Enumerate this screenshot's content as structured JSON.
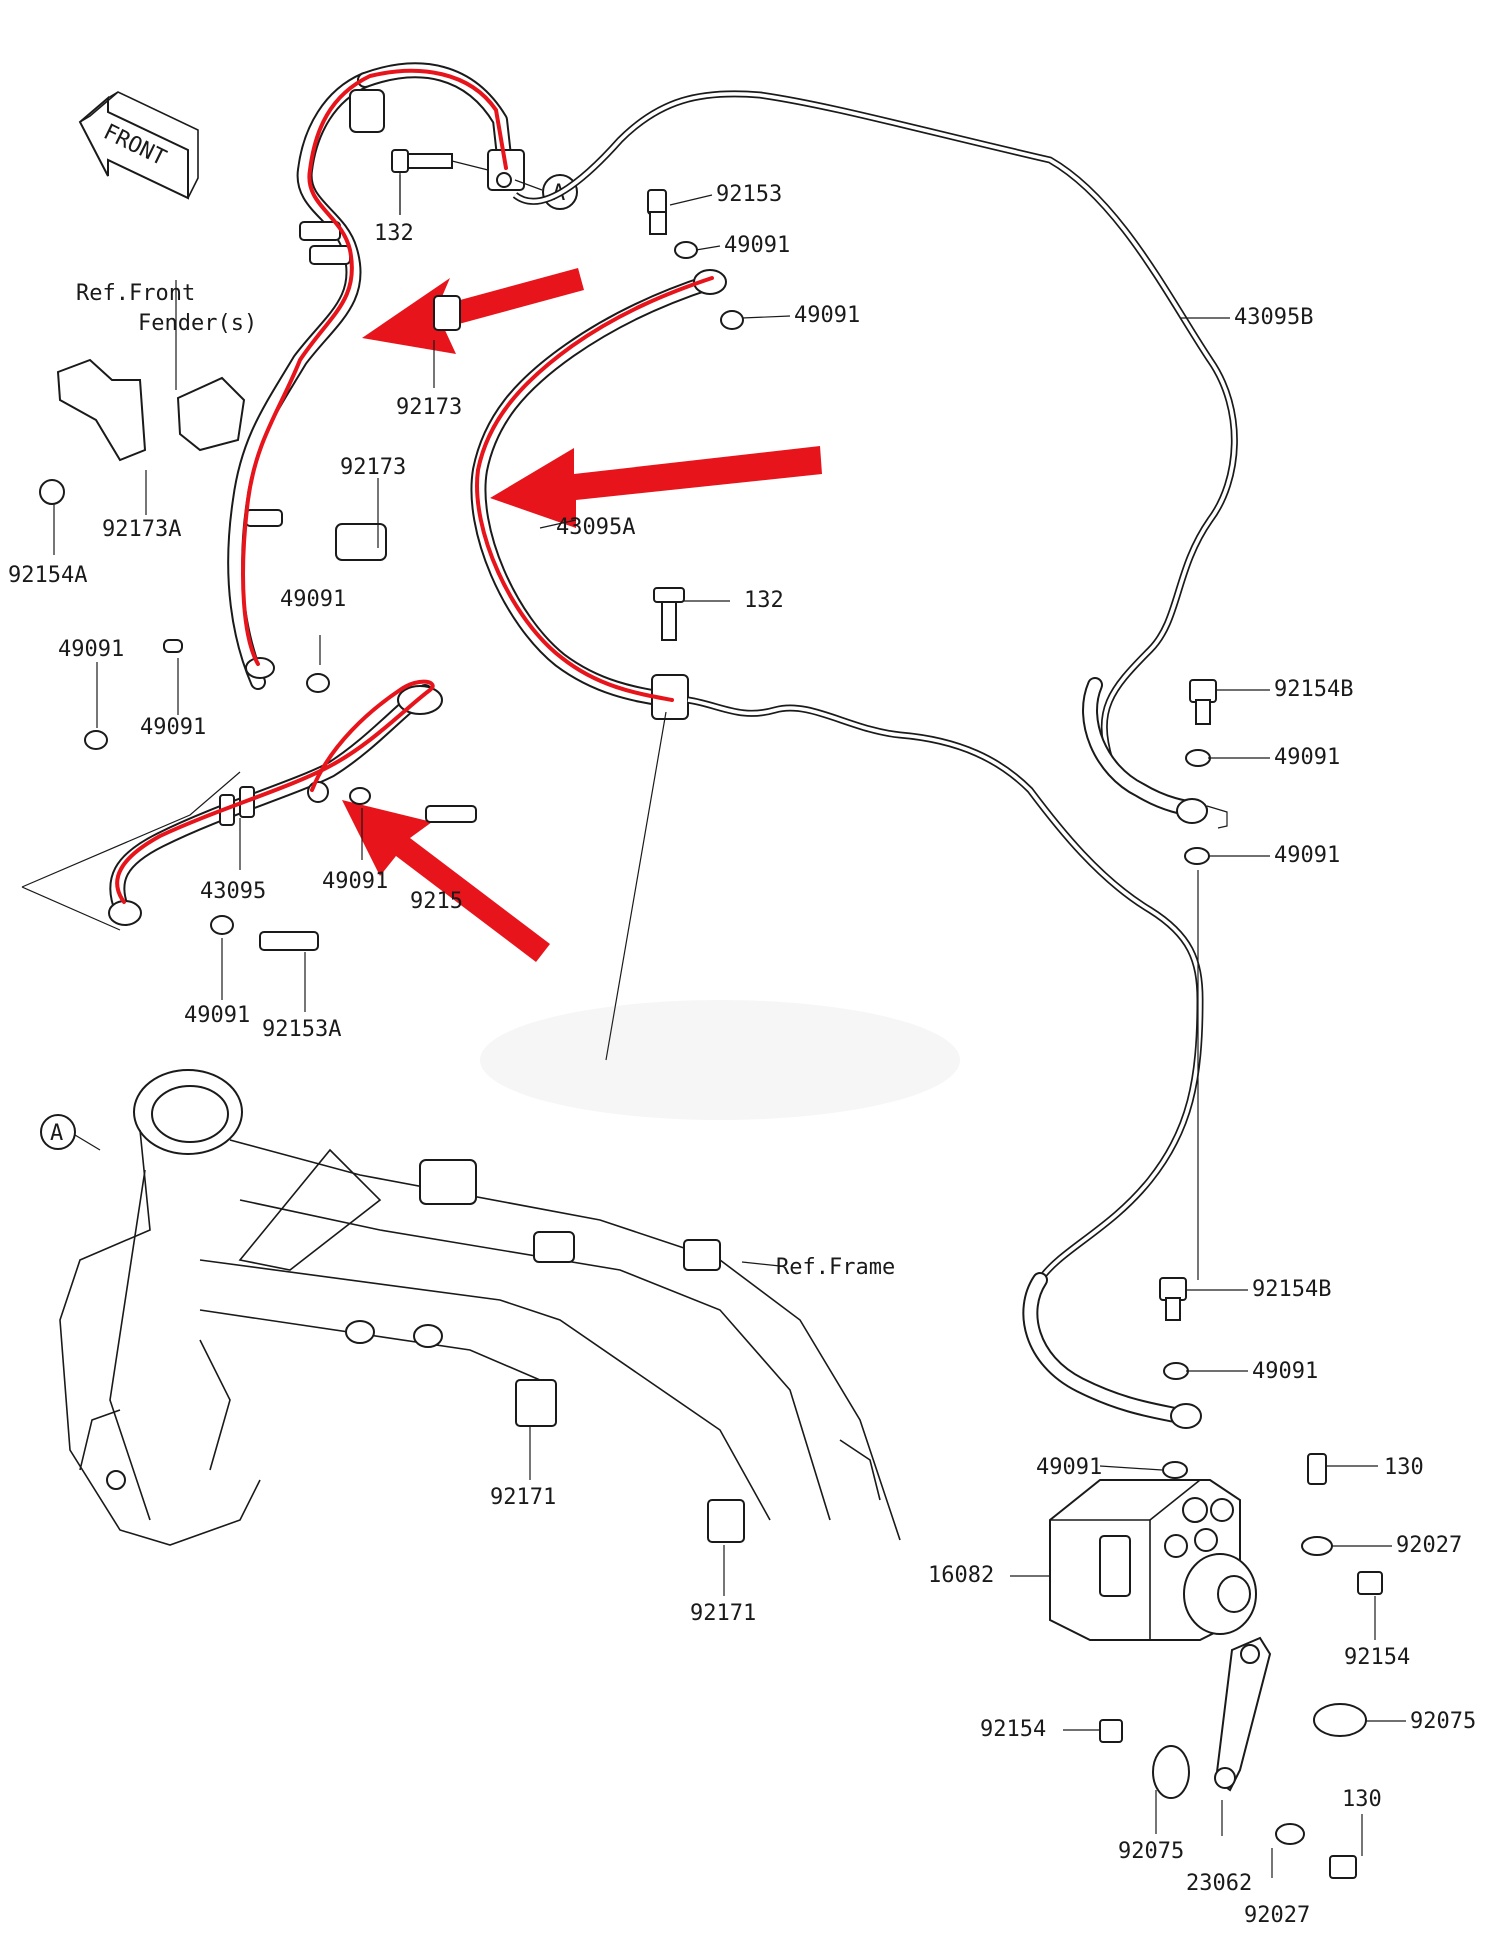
{
  "front_indicator": {
    "text": "FRONT"
  },
  "callout_a": "A",
  "refs": {
    "front_fender_line1": "Ref.Front",
    "front_fender_line2": "Fender(s)",
    "frame": "Ref.Frame"
  },
  "parts": [
    {
      "id": "p_132_top",
      "label": "132"
    },
    {
      "id": "p_92153_top",
      "label": "92153"
    },
    {
      "id": "p_49091_a",
      "label": "49091"
    },
    {
      "id": "p_49091_b",
      "label": "49091"
    },
    {
      "id": "p_43095b",
      "label": "43095B"
    },
    {
      "id": "p_92173_a",
      "label": "92173"
    },
    {
      "id": "p_92173_b",
      "label": "92173"
    },
    {
      "id": "p_43095a",
      "label": "43095A"
    },
    {
      "id": "p_92173a",
      "label": "92173A"
    },
    {
      "id": "p_92154a",
      "label": "92154A"
    },
    {
      "id": "p_132_mid",
      "label": "132"
    },
    {
      "id": "p_49091_c",
      "label": "49091"
    },
    {
      "id": "p_49091_d",
      "label": "49091"
    },
    {
      "id": "p_49091_e",
      "label": "49091"
    },
    {
      "id": "p_43095",
      "label": "43095"
    },
    {
      "id": "p_49091_f",
      "label": "49091"
    },
    {
      "id": "p_92153_partial",
      "label": "9215"
    },
    {
      "id": "p_49091_g",
      "label": "49091"
    },
    {
      "id": "p_92153a",
      "label": "92153A"
    },
    {
      "id": "p_92154b_a",
      "label": "92154B"
    },
    {
      "id": "p_49091_h",
      "label": "49091"
    },
    {
      "id": "p_49091_i",
      "label": "49091"
    },
    {
      "id": "p_92154b_b",
      "label": "92154B"
    },
    {
      "id": "p_49091_j",
      "label": "49091"
    },
    {
      "id": "p_49091_k",
      "label": "49091"
    },
    {
      "id": "p_92171_a",
      "label": "92171"
    },
    {
      "id": "p_92171_b",
      "label": "92171"
    },
    {
      "id": "p_130_a",
      "label": "130"
    },
    {
      "id": "p_92027_a",
      "label": "92027"
    },
    {
      "id": "p_16082",
      "label": "16082"
    },
    {
      "id": "p_92154_a",
      "label": "92154"
    },
    {
      "id": "p_92075_a",
      "label": "92075"
    },
    {
      "id": "p_92154_b",
      "label": "92154"
    },
    {
      "id": "p_130_b",
      "label": "130"
    },
    {
      "id": "p_92075_b",
      "label": "92075"
    },
    {
      "id": "p_23062",
      "label": "23062"
    },
    {
      "id": "p_92027_b",
      "label": "92027"
    }
  ],
  "colors": {
    "ink": "#1a1a1a",
    "highlight": "#e8141b",
    "paper": "#ffffff"
  }
}
